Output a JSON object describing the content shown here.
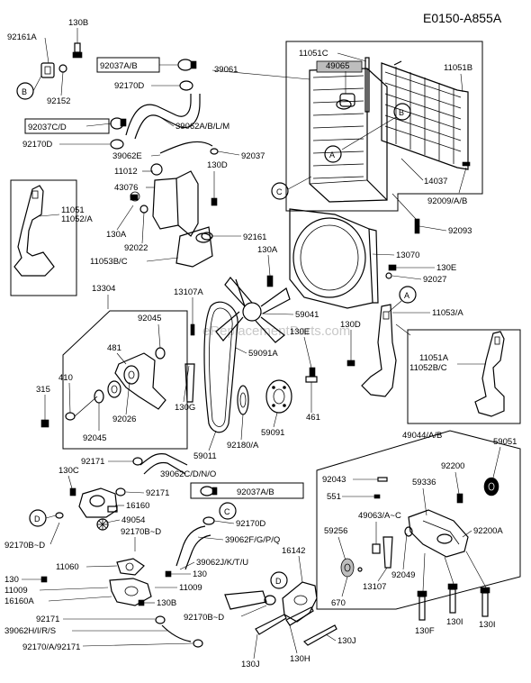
{
  "diagram_code": "E0150-A855A",
  "watermark": "eReplacementParts.com",
  "callout_letters": [
    "A",
    "B",
    "C",
    "D"
  ],
  "labels": {
    "l130b_top": "130B",
    "l92161a": "92161A",
    "l92152": "92152",
    "l92037ab_box": "92037A/B",
    "l92170d_1": "92170D",
    "l92037cd_box": "92037C/D",
    "l92170d_2": "92170D",
    "l39061": "39061",
    "l39062abln": "39062A/B/L/M",
    "l39062e": "39062E",
    "l92037": "92037",
    "l11012": "11012",
    "l130d_1": "130D",
    "l43076": "43076",
    "l11051c": "11051C",
    "l49065": "49065",
    "l11051b": "11051B",
    "l14037": "14037",
    "l92009ab": "92009/A/B",
    "l92093": "92093",
    "l11051": "11051",
    "l11052a": "11052/A",
    "l130a_1": "130A",
    "l92022": "92022",
    "l92161": "92161",
    "l11053bc": "11053B/C",
    "l13070": "13070",
    "l130a_2": "130A",
    "l130e_1": "130E",
    "l92027": "92027",
    "l13304": "13304",
    "l13107a": "13107A",
    "l92045_1": "92045",
    "l481": "481",
    "l410": "410",
    "l315": "315",
    "l92026": "92026",
    "l130g": "130G",
    "l92045_2": "92045",
    "l59041": "59041",
    "l59091a": "59091A",
    "l130e_2": "130E",
    "l461": "461",
    "l59091": "59091",
    "l92180a": "92180/A",
    "l59011": "59011",
    "l11053a": "11053/A",
    "l130d_2": "130D",
    "l11051a": "11051A",
    "l11052bc": "11052B/C",
    "l49044ab": "49044/A/B",
    "l59051": "59051",
    "l92171_1": "92171",
    "l130c": "130C",
    "l39062cdno": "39062C/D/N/O",
    "l92171_2": "92171",
    "l16160": "16160",
    "l92037ab_box2": "92037A/B",
    "l49054": "49054",
    "l92170bd_1": "92170B~D",
    "l92170b_d": "92170B~D",
    "l92170d_3": "92170D",
    "l39062fgpq": "39062F/G/P/Q",
    "l11060": "11060",
    "l130_1": "130",
    "l11009_1": "11009",
    "l39062jktu": "39062J/K/T/U",
    "l16142": "16142",
    "l130_2": "130",
    "l11009_2": "11009",
    "l16160a": "16160A",
    "l130b_bot": "130B",
    "l92171_3": "92171",
    "l92170bd_2": "92170B~D",
    "l39062hirs": "39062H/I/R/S",
    "l92170a92171": "92170/A/92171",
    "l130j_1": "130J",
    "l130h": "130H",
    "l130j_2": "130J",
    "l92043": "92043",
    "l551": "551",
    "l59336": "59336",
    "l92200": "92200",
    "l49063ac": "49063/A~C",
    "l59256": "59256",
    "l92200a": "92200A",
    "l92049": "92049",
    "l13107": "13107",
    "l670": "670",
    "l130f": "130F",
    "l130i_1": "130I",
    "l130i_2": "130I"
  }
}
